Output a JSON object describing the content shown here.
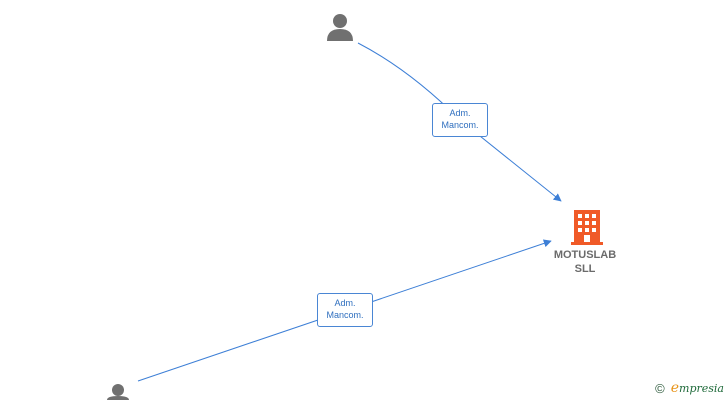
{
  "edges": [
    {
      "id": "edge-1",
      "label_line1": "Adm.",
      "label_line2": "Mancom."
    },
    {
      "id": "edge-2",
      "label_line1": "Adm.",
      "label_line2": "Mancom."
    }
  ],
  "company": {
    "name_line1": "MOTUSLAB",
    "name_line2": "SLL",
    "icon": "building-icon",
    "color": "#f05a28"
  },
  "persons": [
    {
      "icon": "person-icon",
      "color": "#707070"
    },
    {
      "icon": "person-icon",
      "color": "#707070"
    }
  ],
  "colors": {
    "edge": "#3d7fd6",
    "label_text": "#2f6fbf"
  },
  "brand": {
    "copyright": "©",
    "initial": "e",
    "rest": "mpresia"
  }
}
